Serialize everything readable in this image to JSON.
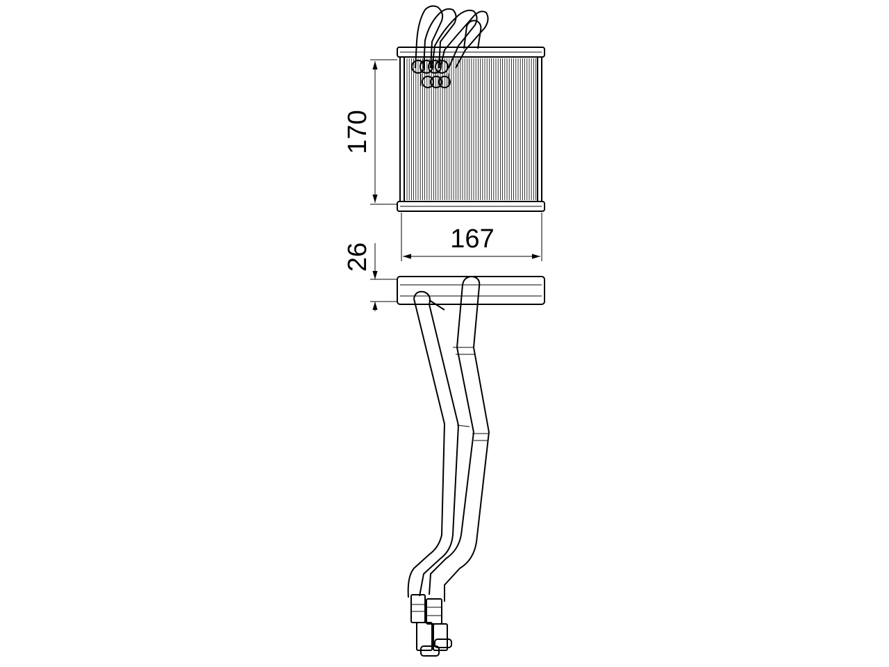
{
  "dimensions": {
    "height": "170",
    "width": "167",
    "depth": "26"
  },
  "colors": {
    "line": "#000000",
    "background": "#ffffff"
  }
}
